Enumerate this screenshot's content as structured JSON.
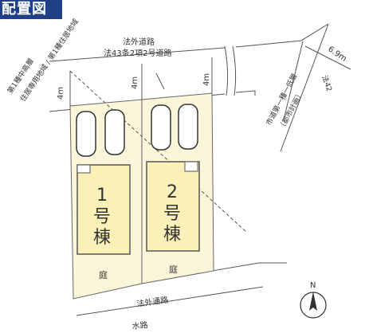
{
  "title": "配置図",
  "road_top_line1": "法外道路",
  "road_top_line2": "法43条2項2号道路",
  "zoning_line1": "第1種中高層",
  "zoning_line2": "住居専用地域 / 第1種住居地域",
  "right_road_line1": "市道第一種一低層",
  "right_road_line2": "（都市計画）",
  "right_road_label": "法42",
  "dim_6_9": "6.9m",
  "setback_left": "4m",
  "setback_mid": "4m",
  "setback_right": "4m",
  "lot1_number": "1",
  "lot1_go": "号",
  "lot1_to": "棟",
  "lot2_number": "2",
  "lot2_go": "号",
  "lot2_to": "棟",
  "garden_1": "庭",
  "garden_2": "庭",
  "road_bottom": "法外通路",
  "waterway": "水路",
  "north": "N",
  "colors": {
    "title_bg": "#1f3f86",
    "lot_fill": "#fbf6d9",
    "house_fill": "#fbf0b8",
    "line": "#555555"
  }
}
